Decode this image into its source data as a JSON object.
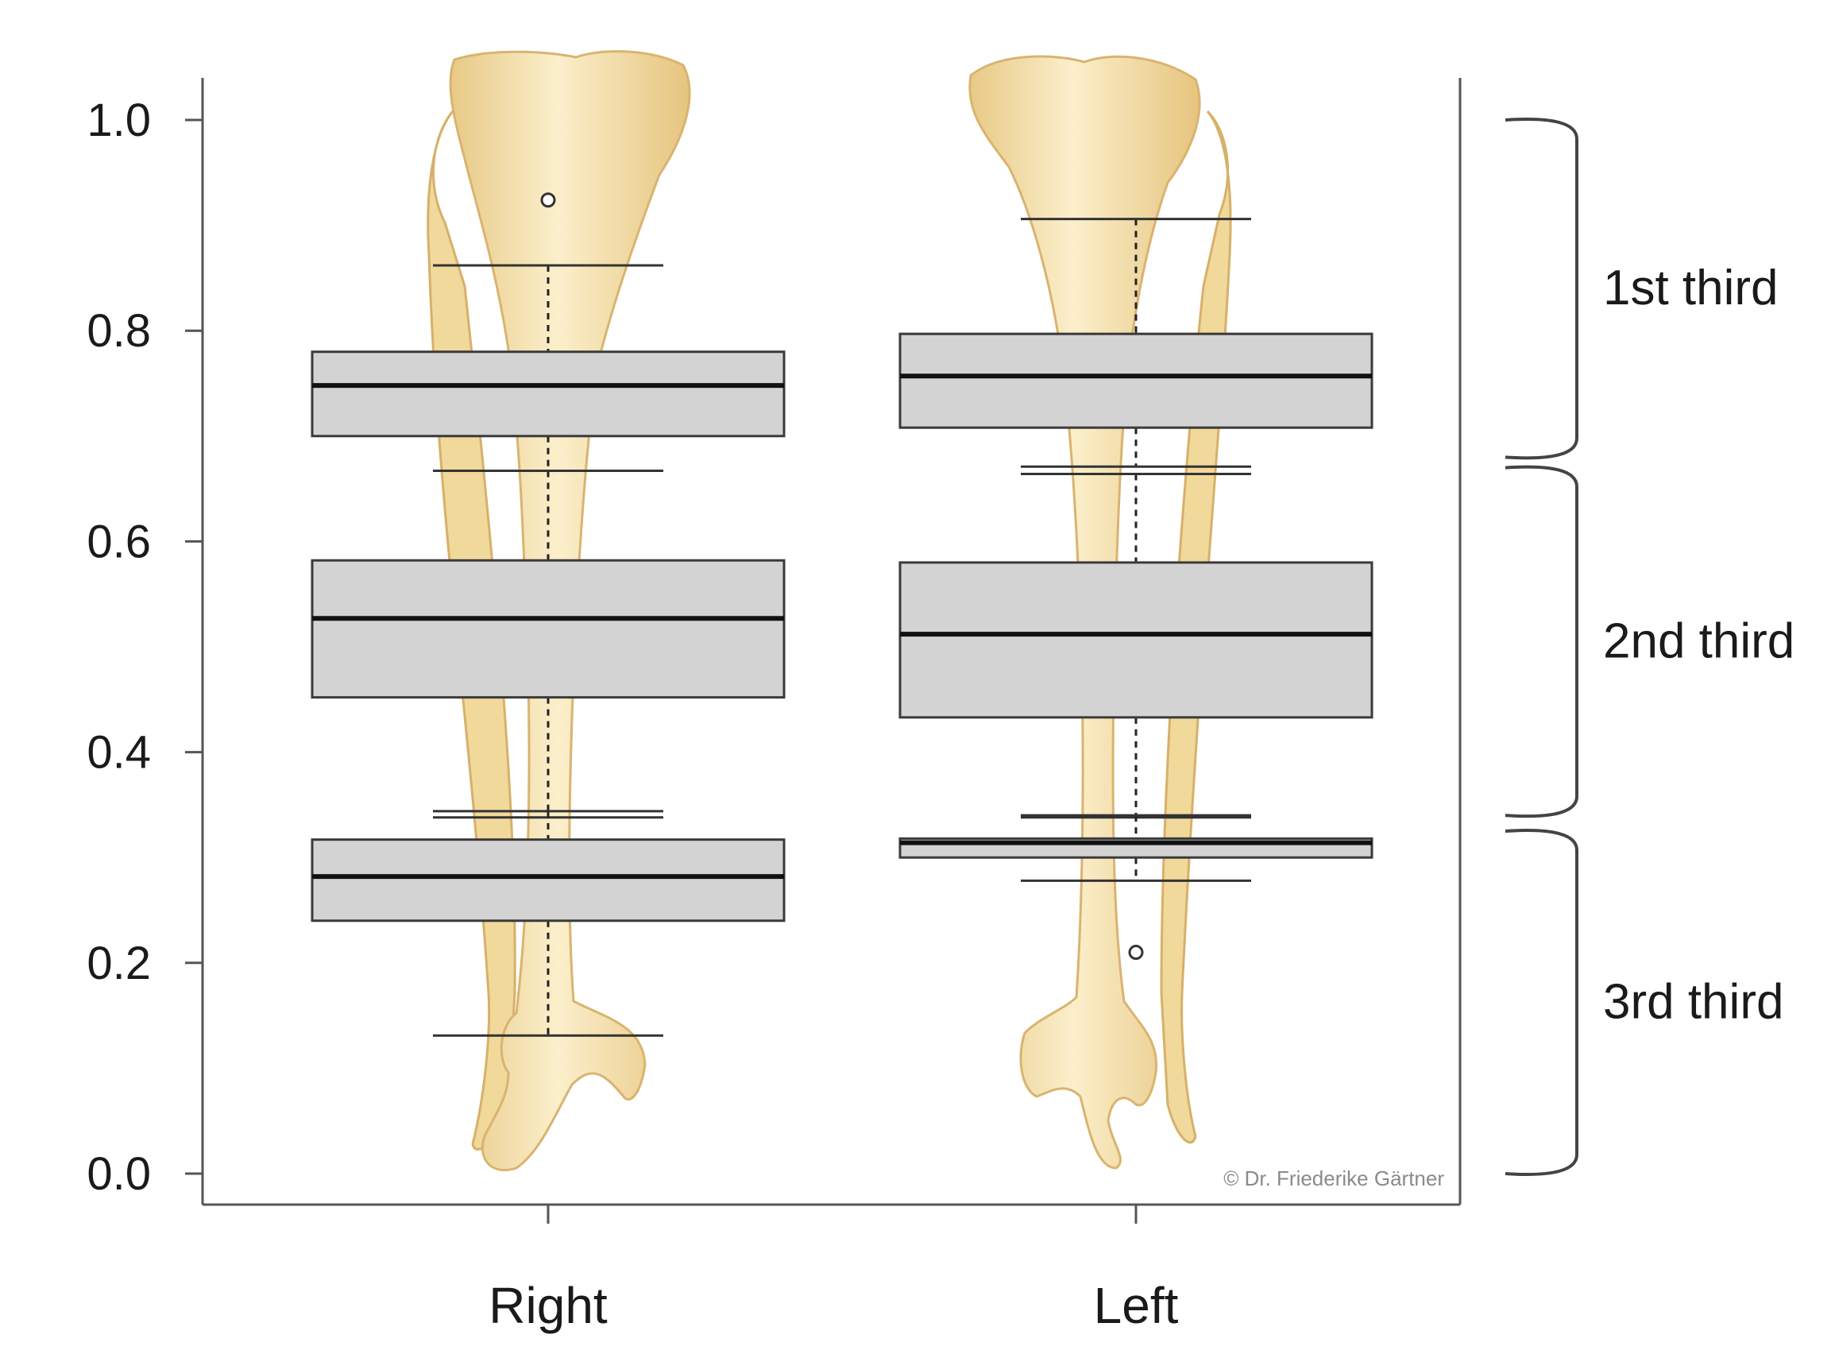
{
  "chart_data": {
    "type": "box",
    "categories": [
      "Right",
      "Left"
    ],
    "ylim": [
      0.0,
      1.0
    ],
    "yticks": [
      "0.0",
      "0.2",
      "0.4",
      "0.6",
      "0.8",
      "1.0"
    ],
    "ytick_values": [
      0.0,
      0.2,
      0.4,
      0.6,
      0.8,
      1.0
    ],
    "title": "",
    "xlabel": "",
    "ylabel": "",
    "series": [
      {
        "category": "Right",
        "boxes": [
          {
            "whisker_low": 0.667,
            "q1": 0.7,
            "median": 0.748,
            "q3": 0.78,
            "whisker_high": 0.862,
            "outliers": [
              0.924
            ]
          },
          {
            "whisker_low": 0.338,
            "q1": 0.452,
            "median": 0.527,
            "q3": 0.582,
            "whisker_high": 0.667,
            "outliers": []
          },
          {
            "whisker_low": 0.131,
            "q1": 0.24,
            "median": 0.282,
            "q3": 0.317,
            "whisker_high": 0.344,
            "outliers": []
          }
        ]
      },
      {
        "category": "Left",
        "boxes": [
          {
            "whisker_low": 0.671,
            "q1": 0.708,
            "median": 0.757,
            "q3": 0.797,
            "whisker_high": 0.906,
            "outliers": []
          },
          {
            "whisker_low": 0.338,
            "q1": 0.433,
            "median": 0.512,
            "q3": 0.58,
            "whisker_high": 0.664,
            "outliers": []
          },
          {
            "whisker_low": 0.278,
            "q1": 0.3,
            "median": 0.314,
            "q3": 0.318,
            "whisker_high": 0.34,
            "outliers": [
              0.21
            ]
          }
        ]
      }
    ],
    "brackets": [
      {
        "label": "1st third",
        "from": 0.68,
        "to": 1.0
      },
      {
        "label": "2nd third",
        "from": 0.34,
        "to": 0.67
      },
      {
        "label": "3rd third",
        "from": 0.0,
        "to": 0.325
      }
    ],
    "background_image": "tibia-fibula-bones-illustration",
    "credit": "© Dr. Friederike Gärtner",
    "box_fill": "#d3d3d3",
    "bone_color": "#f4dfa6"
  }
}
